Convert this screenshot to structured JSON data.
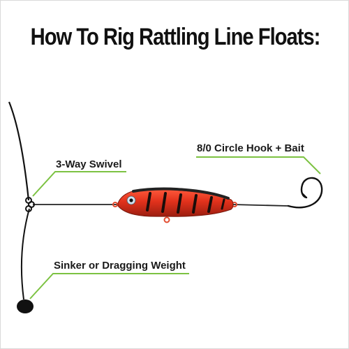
{
  "title": "How To Rig Rattling Line Floats:",
  "labels": {
    "swivel": "3-Way Swivel",
    "hook": "8/0 Circle Hook + Bait",
    "sinker": "Sinker or Dragging Weight"
  },
  "colors": {
    "callout_green": "#7cc242",
    "line_black": "#111111",
    "float_red": "#e2321c",
    "float_stripe": "#1a0d0a"
  }
}
